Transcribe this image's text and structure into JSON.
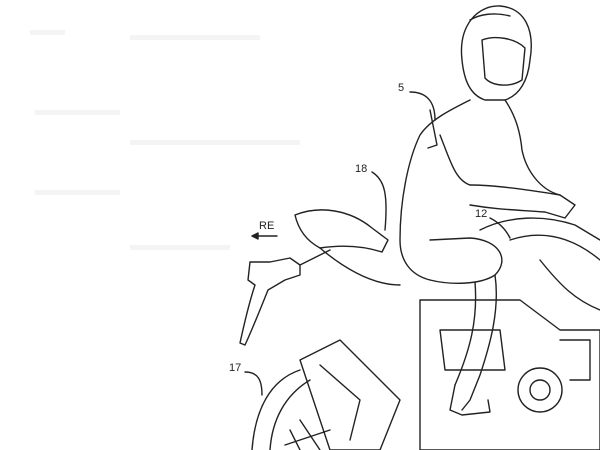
{
  "figure": {
    "labels": {
      "rider": "5",
      "seat_cowl": "18",
      "direction": "RE",
      "fuel_tank": "12",
      "rear_wheel": "17"
    },
    "line_color": "#222222"
  }
}
